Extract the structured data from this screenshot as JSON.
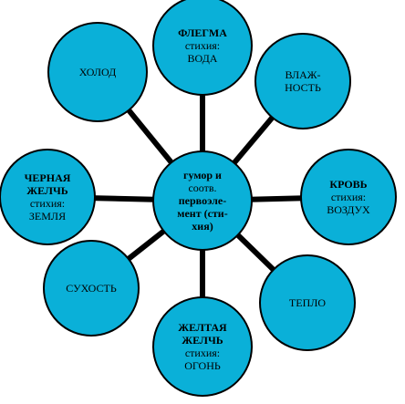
{
  "colors": {
    "node_fill": "#0ab0d8",
    "line": "#000000",
    "text": "#000000",
    "background": "#ffffff"
  },
  "center": {
    "lines": [
      {
        "text": "гумор и",
        "bold": true
      },
      {
        "text": "соотв.",
        "bold": false
      },
      {
        "text": "первоэле-",
        "bold": true
      },
      {
        "text": "мент (сти-",
        "bold": true
      },
      {
        "text": "хия)",
        "bold": true
      }
    ]
  },
  "nodes": [
    {
      "id": "phlegm",
      "lines": [
        {
          "text": "ФЛЕГМА",
          "bold": true
        },
        {
          "text": "стихия:",
          "bold": false
        },
        {
          "text": "ВОДА",
          "bold": false
        }
      ]
    },
    {
      "id": "humidity",
      "lines": [
        {
          "text": "ВЛАЖ-",
          "bold": false
        },
        {
          "text": "НОСТЬ",
          "bold": false
        }
      ]
    },
    {
      "id": "blood",
      "lines": [
        {
          "text": "КРОВЬ",
          "bold": true
        },
        {
          "text": "стихия:",
          "bold": false
        },
        {
          "text": "ВОЗДУХ",
          "bold": false
        }
      ]
    },
    {
      "id": "warmth",
      "lines": [
        {
          "text": "ТЕПЛО",
          "bold": false
        }
      ]
    },
    {
      "id": "yellow-bile",
      "lines": [
        {
          "text": "ЖЕЛТАЯ",
          "bold": true
        },
        {
          "text": "ЖЕЛЧЬ",
          "bold": true
        },
        {
          "text": "стихия:",
          "bold": false
        },
        {
          "text": "ОГОНЬ",
          "bold": false
        }
      ]
    },
    {
      "id": "dryness",
      "lines": [
        {
          "text": "СУХОСТЬ",
          "bold": false
        }
      ]
    },
    {
      "id": "black-bile",
      "lines": [
        {
          "text": "ЧЕРНАЯ",
          "bold": true
        },
        {
          "text": "ЖЕЛЧЬ",
          "bold": true
        },
        {
          "text": "стихия:",
          "bold": false
        },
        {
          "text": "ЗЕМЛЯ",
          "bold": false
        }
      ]
    },
    {
      "id": "cold",
      "lines": [
        {
          "text": "ХОЛОД",
          "bold": false
        }
      ]
    }
  ]
}
